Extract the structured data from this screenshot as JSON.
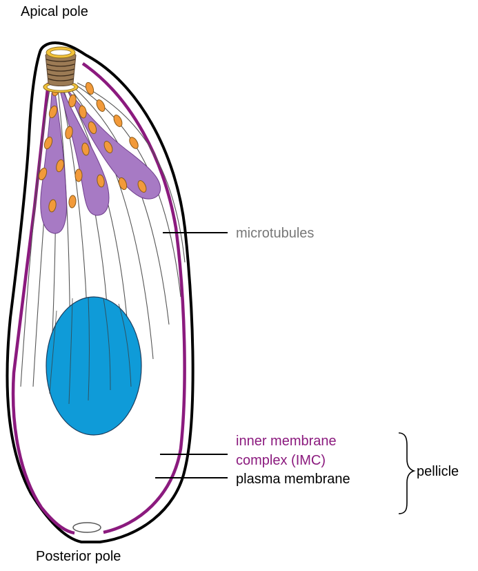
{
  "labels": {
    "apical_pole": "Apical pole",
    "posterior_pole": "Posterior pole",
    "microtubules": "microtubules",
    "imc_line1": "inner membrane",
    "imc_line2": "complex (IMC)",
    "plasma_membrane": "plasma membrane",
    "pellicle": "pellicle"
  },
  "colors": {
    "plasma_membrane": "#000000",
    "imc": "#8b1a7e",
    "nucleus": "#0f9bd8",
    "nucleus_stroke": "#1d3c5c",
    "rhoptry": "#a77ac4",
    "rhoptry_stroke": "#6d3c8a",
    "micronemes": "#f29a3a",
    "conoid": "#9c7b55",
    "apical_rings": "#f2c23a",
    "microtubule": "#555555",
    "label_gray": "#777777",
    "label_purple": "#8b1a7e",
    "label_black": "#000000"
  }
}
